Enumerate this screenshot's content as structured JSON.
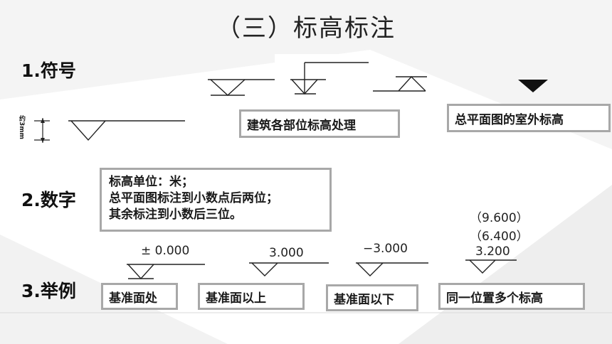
{
  "title": "（三）标高标注",
  "sections": {
    "symbol": "1.符号",
    "number": "2.数字",
    "example": "3.举例"
  },
  "symbol_figure_label": "约3mm",
  "captions": {
    "building": "建筑各部位标高处理",
    "site": "总平面图的室外标高"
  },
  "number_rules": {
    "line1": "标高单位：米；",
    "line2": "总平面图标注到小数点后两位；",
    "line3": "其余标注到小数后三位。"
  },
  "examples": [
    {
      "value": "± 0.000",
      "label": "基准面处"
    },
    {
      "value": "3.000",
      "label": "基准面以上"
    },
    {
      "value": "−3.000",
      "label": "基准面以下"
    },
    {
      "value": "3.200",
      "extra": [
        "（9.600）",
        "（6.400）"
      ],
      "label": "同一位置多个标高"
    }
  ]
}
